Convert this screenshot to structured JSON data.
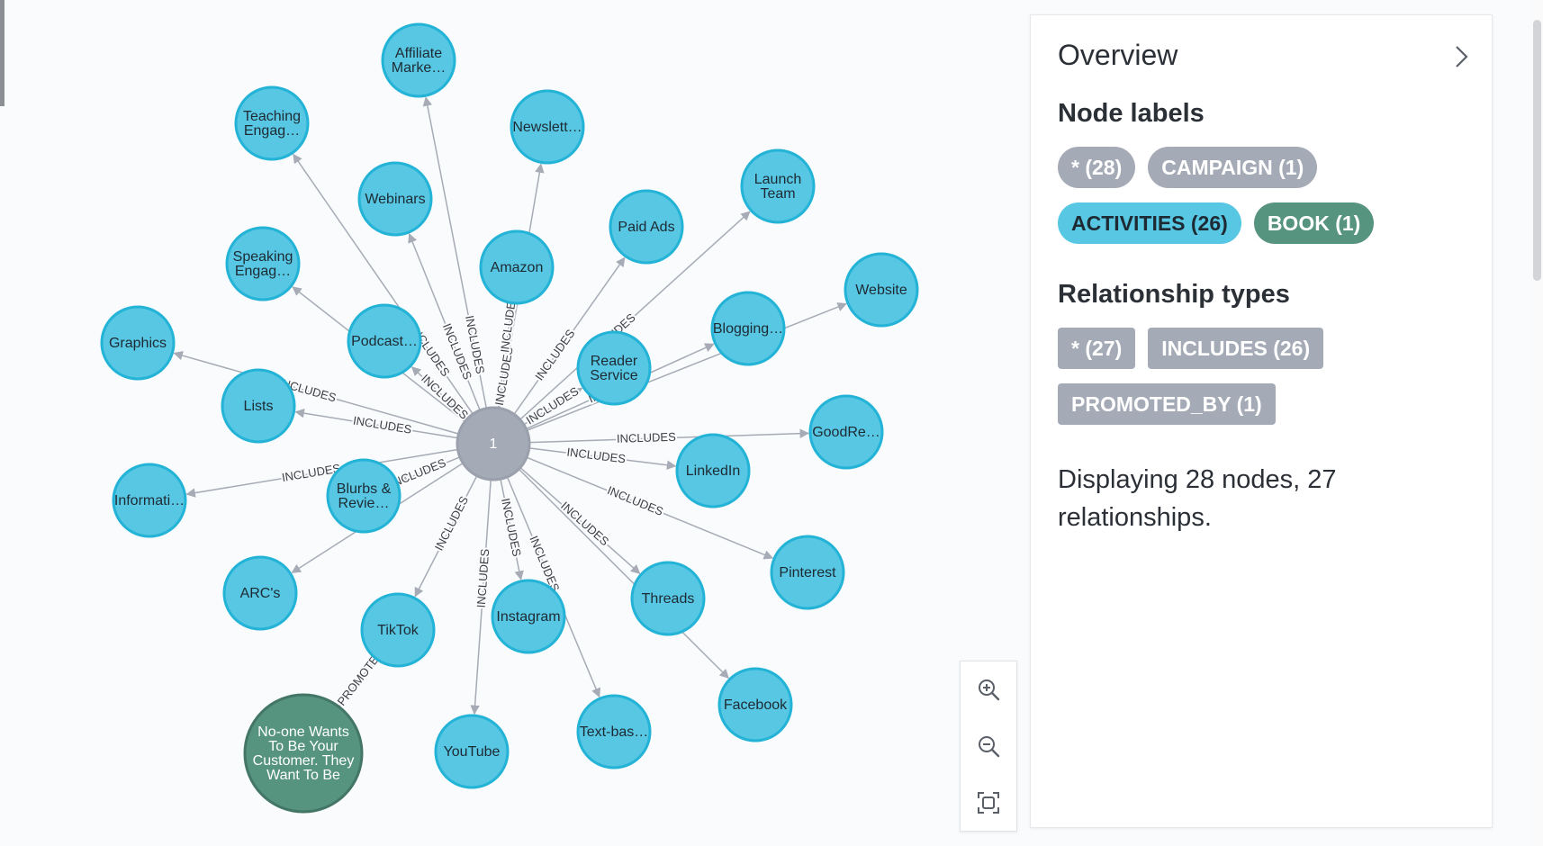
{
  "graph": {
    "center_label": "1",
    "edge_label_includes": "INCLUDES",
    "edge_label_promoted": "PROMOTED_BY",
    "colors": {
      "activity_fill": "#57c7e3",
      "activity_stroke": "#23b3d7",
      "center_fill": "#a5abb6",
      "center_stroke": "#9aa1ac",
      "book_fill": "#569480",
      "book_stroke": "#447666",
      "edge": "#a6abb5"
    },
    "nodes": [
      {
        "id": "affiliate",
        "label": [
          "Affiliate",
          "Marke…"
        ]
      },
      {
        "id": "teaching",
        "label": [
          "Teaching",
          "Engag…"
        ]
      },
      {
        "id": "newsletter",
        "label": [
          "Newslett…"
        ]
      },
      {
        "id": "webinars",
        "label": [
          "Webinars"
        ]
      },
      {
        "id": "launch",
        "label": [
          "Launch",
          "Team"
        ]
      },
      {
        "id": "paidads",
        "label": [
          "Paid Ads"
        ]
      },
      {
        "id": "speaking",
        "label": [
          "Speaking",
          "Engag…"
        ]
      },
      {
        "id": "amazon",
        "label": [
          "Amazon"
        ]
      },
      {
        "id": "website",
        "label": [
          "Website"
        ]
      },
      {
        "id": "graphics",
        "label": [
          "Graphics"
        ]
      },
      {
        "id": "podcast",
        "label": [
          "Podcast…"
        ]
      },
      {
        "id": "blogging",
        "label": [
          "Blogging…"
        ]
      },
      {
        "id": "reader",
        "label": [
          "Reader",
          "Service"
        ]
      },
      {
        "id": "lists",
        "label": [
          "Lists"
        ]
      },
      {
        "id": "goodreads",
        "label": [
          "GoodRe…"
        ]
      },
      {
        "id": "linkedin",
        "label": [
          "LinkedIn"
        ]
      },
      {
        "id": "informati",
        "label": [
          "Informati…"
        ]
      },
      {
        "id": "blurbs",
        "label": [
          "Blurbs &",
          "Revie…"
        ]
      },
      {
        "id": "pinterest",
        "label": [
          "Pinterest"
        ]
      },
      {
        "id": "arcs",
        "label": [
          "ARC's"
        ]
      },
      {
        "id": "threads",
        "label": [
          "Threads"
        ]
      },
      {
        "id": "tiktok",
        "label": [
          "TikTok"
        ]
      },
      {
        "id": "instagram",
        "label": [
          "Instagram"
        ]
      },
      {
        "id": "facebook",
        "label": [
          "Facebook"
        ]
      },
      {
        "id": "textbas",
        "label": [
          "Text-bas…"
        ]
      },
      {
        "id": "youtube",
        "label": [
          "YouTube"
        ]
      },
      {
        "id": "book",
        "label": [
          "No-one Wants",
          "To Be Your",
          "Customer. They",
          "Want To Be"
        ]
      }
    ]
  },
  "zoom": {
    "zoom_in_icon": "zoom-in-icon",
    "zoom_out_icon": "zoom-out-icon",
    "fit_icon": "fit-screen-icon"
  },
  "panel": {
    "title": "Overview",
    "close_icon": "chevron-right-icon",
    "node_labels_title": "Node labels",
    "node_labels": [
      {
        "text": "* (28)",
        "color": "#a5abb6"
      },
      {
        "text": "CAMPAIGN (1)",
        "color": "#a5abb6"
      },
      {
        "text": "ACTIVITIES (26)",
        "color": "#57c7e3",
        "text_color": "#1e2a33"
      },
      {
        "text": "BOOK (1)",
        "color": "#569480"
      }
    ],
    "rel_types_title": "Relationship types",
    "rel_types": [
      {
        "text": "* (27)",
        "color": "#a5abb6"
      },
      {
        "text": "INCLUDES (26)",
        "color": "#a5abb6"
      },
      {
        "text": "PROMOTED_BY (1)",
        "color": "#a5abb6"
      }
    ],
    "summary": "Displaying 28 nodes, 27 relationships."
  }
}
